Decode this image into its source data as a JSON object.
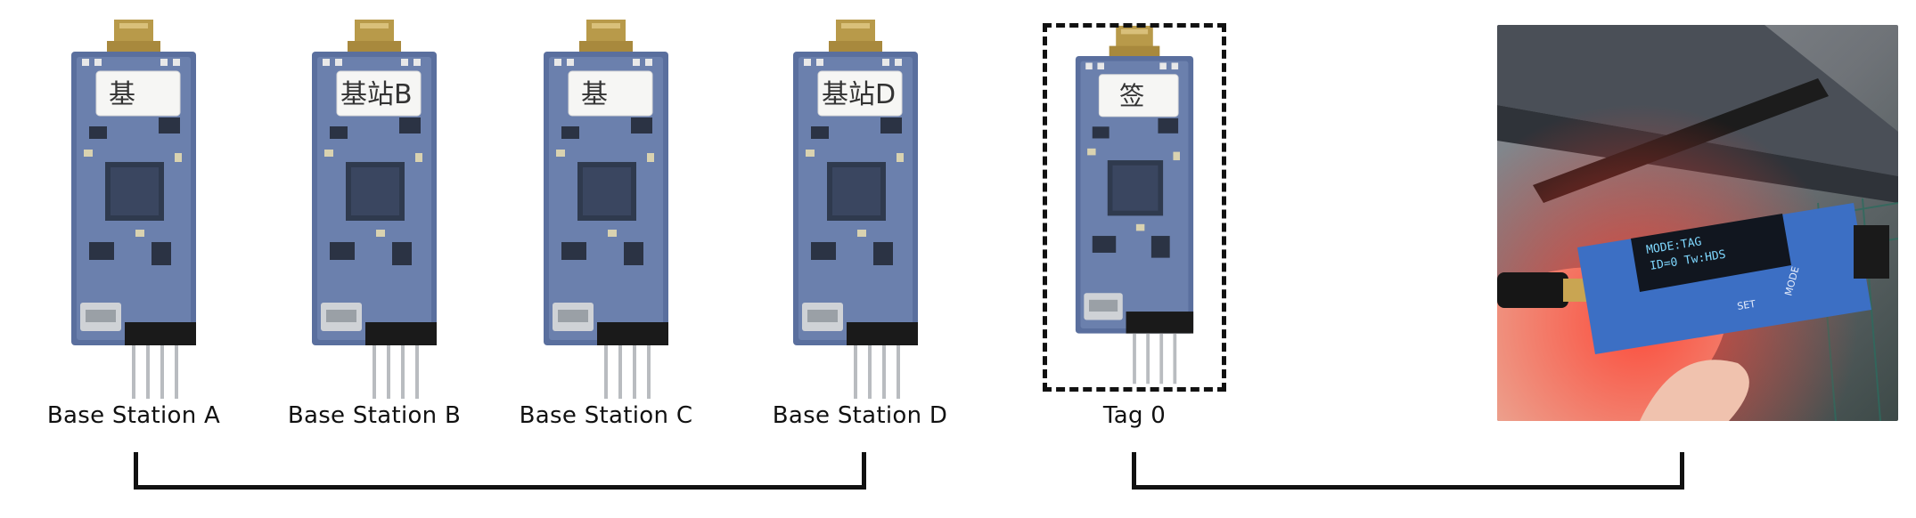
{
  "modules": [
    {
      "caption": "Base Station A",
      "sticker": "基"
    },
    {
      "caption": "Base Station B",
      "sticker": "基站B"
    },
    {
      "caption": "Base Station C",
      "sticker": "基"
    },
    {
      "caption": "Base Station D",
      "sticker": "基站D"
    }
  ],
  "tag": {
    "caption": "Tag 0",
    "sticker": "签"
  },
  "photo": {
    "oled_line1": "MODE:TAG",
    "oled_line2": "ID=0 Tw:HDS",
    "button_set": "SET",
    "button_mode": "MODE"
  },
  "colors": {
    "pcb": "#5a6f9e",
    "brass": "#b89a4a",
    "frame": "#111111"
  }
}
